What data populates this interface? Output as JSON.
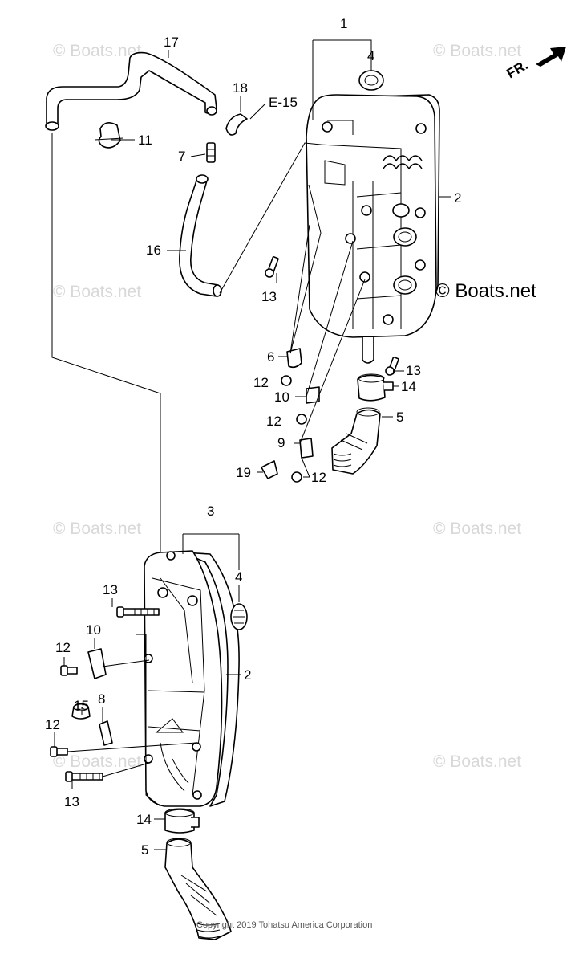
{
  "labels": {
    "p1": "1",
    "p2a": "2",
    "p2b": "2",
    "p3": "3",
    "p4a": "4",
    "p4b": "4",
    "p5a": "5",
    "p5b": "5",
    "p6": "6",
    "p7": "7",
    "p8": "8",
    "p9": "9",
    "p10a": "10",
    "p10b": "10",
    "p11": "11",
    "p12a": "12",
    "p12b": "12",
    "p12c": "12",
    "p12d": "12",
    "p12e": "12",
    "p13a": "13",
    "p13b": "13",
    "p13c": "13",
    "p13d": "13",
    "p14a": "14",
    "p14b": "14",
    "p15": "15",
    "p16": "16",
    "p17": "17",
    "p18": "18",
    "p19": "19",
    "ref_e15": "E-15"
  },
  "direction": {
    "text": "FR.",
    "icon": "forward-arrow-icon"
  },
  "watermark": {
    "text": "© Boats.net",
    "prominent": "© Boats.net"
  },
  "copyright": "Copyright 2019 Tohatsu America Corporation",
  "colors": {
    "line": "#000000",
    "watermark": "#d8d8d8",
    "background": "#ffffff"
  }
}
